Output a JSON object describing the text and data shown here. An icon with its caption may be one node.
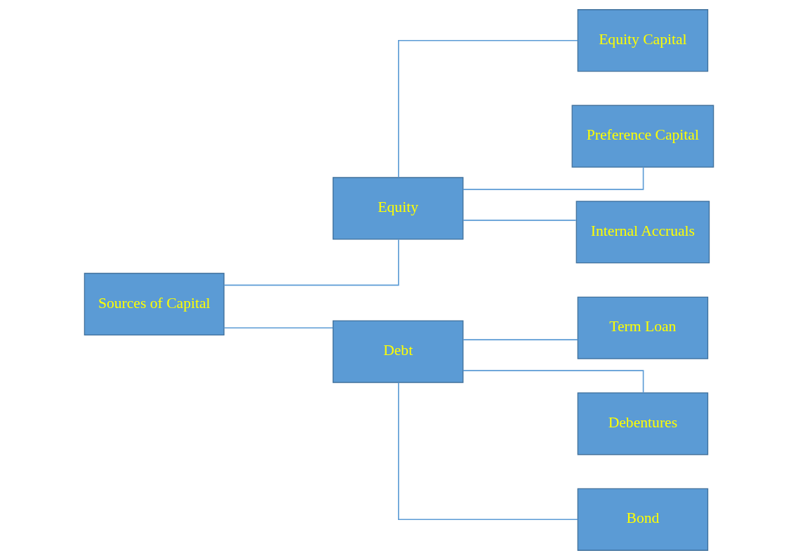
{
  "diagram": {
    "nodes": [
      {
        "text": [
          "Sources of Capital"
        ]
      },
      {
        "text": [
          "Equity"
        ]
      },
      {
        "text": [
          "Debt"
        ]
      },
      {
        "text": [
          "Equity Capital"
        ]
      },
      {
        "text": [
          "Preference Capital"
        ]
      },
      {
        "text": [
          "Internal Accruals"
        ]
      },
      {
        "text": [
          "Term Loan"
        ]
      },
      {
        "text": [
          "Debentures"
        ]
      },
      {
        "text": [
          "Bond"
        ]
      }
    ],
    "edges": [
      {
        "from": 0,
        "to": 1,
        "arrow": "none"
      },
      {
        "from": 0,
        "to": 2,
        "arrow": "none"
      },
      {
        "from": 1,
        "to": 3,
        "arrow": "none"
      },
      {
        "from": 1,
        "to": 4,
        "arrow": "none"
      },
      {
        "from": 1,
        "to": 5,
        "arrow": "none"
      },
      {
        "from": 2,
        "to": 6,
        "arrow": "none"
      },
      {
        "from": 2,
        "to": 7,
        "arrow": "none"
      },
      {
        "from": 2,
        "to": 8,
        "arrow": "none"
      }
    ]
  }
}
